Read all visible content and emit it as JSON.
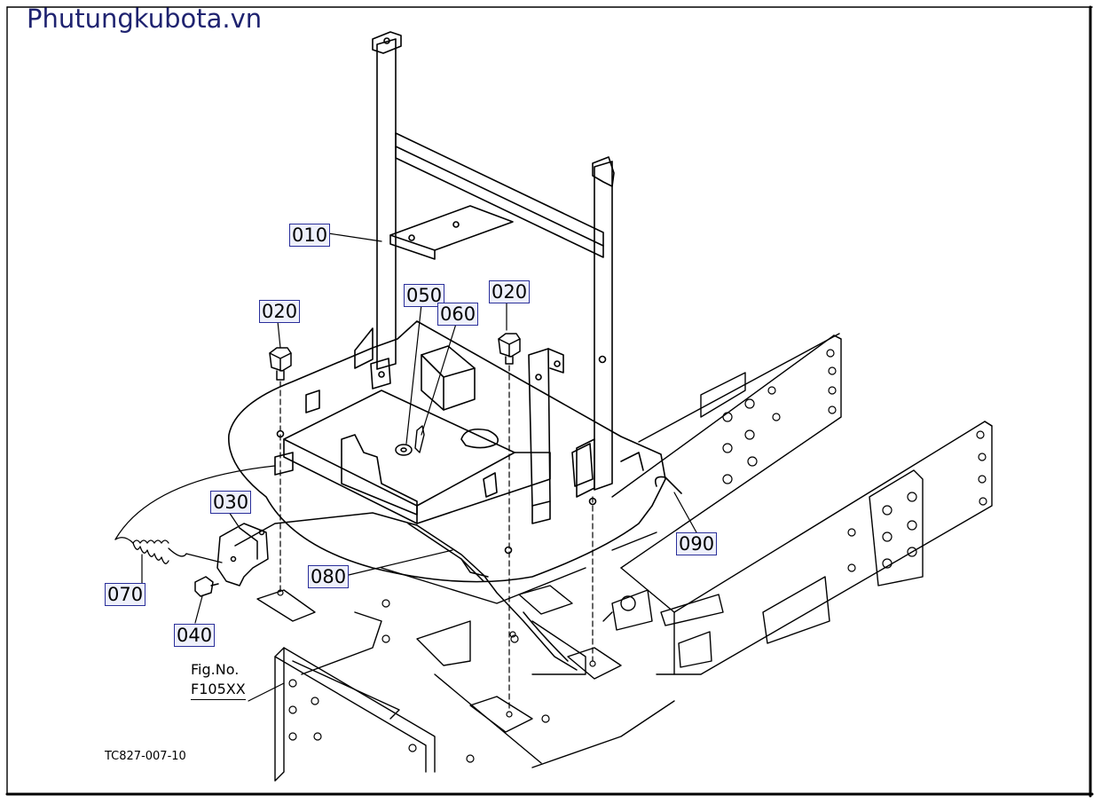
{
  "site_title": "Phutungkubota.vn",
  "callouts": {
    "c010": "010",
    "c020_left": "020",
    "c020_right": "020",
    "c030": "030",
    "c040": "040",
    "c050": "050",
    "c060": "060",
    "c070": "070",
    "c080": "080",
    "c090": "090"
  },
  "fig_ref": {
    "line1": "Fig.No.",
    "line2": "F105XX"
  },
  "drawing_code": "TC827-007-10"
}
